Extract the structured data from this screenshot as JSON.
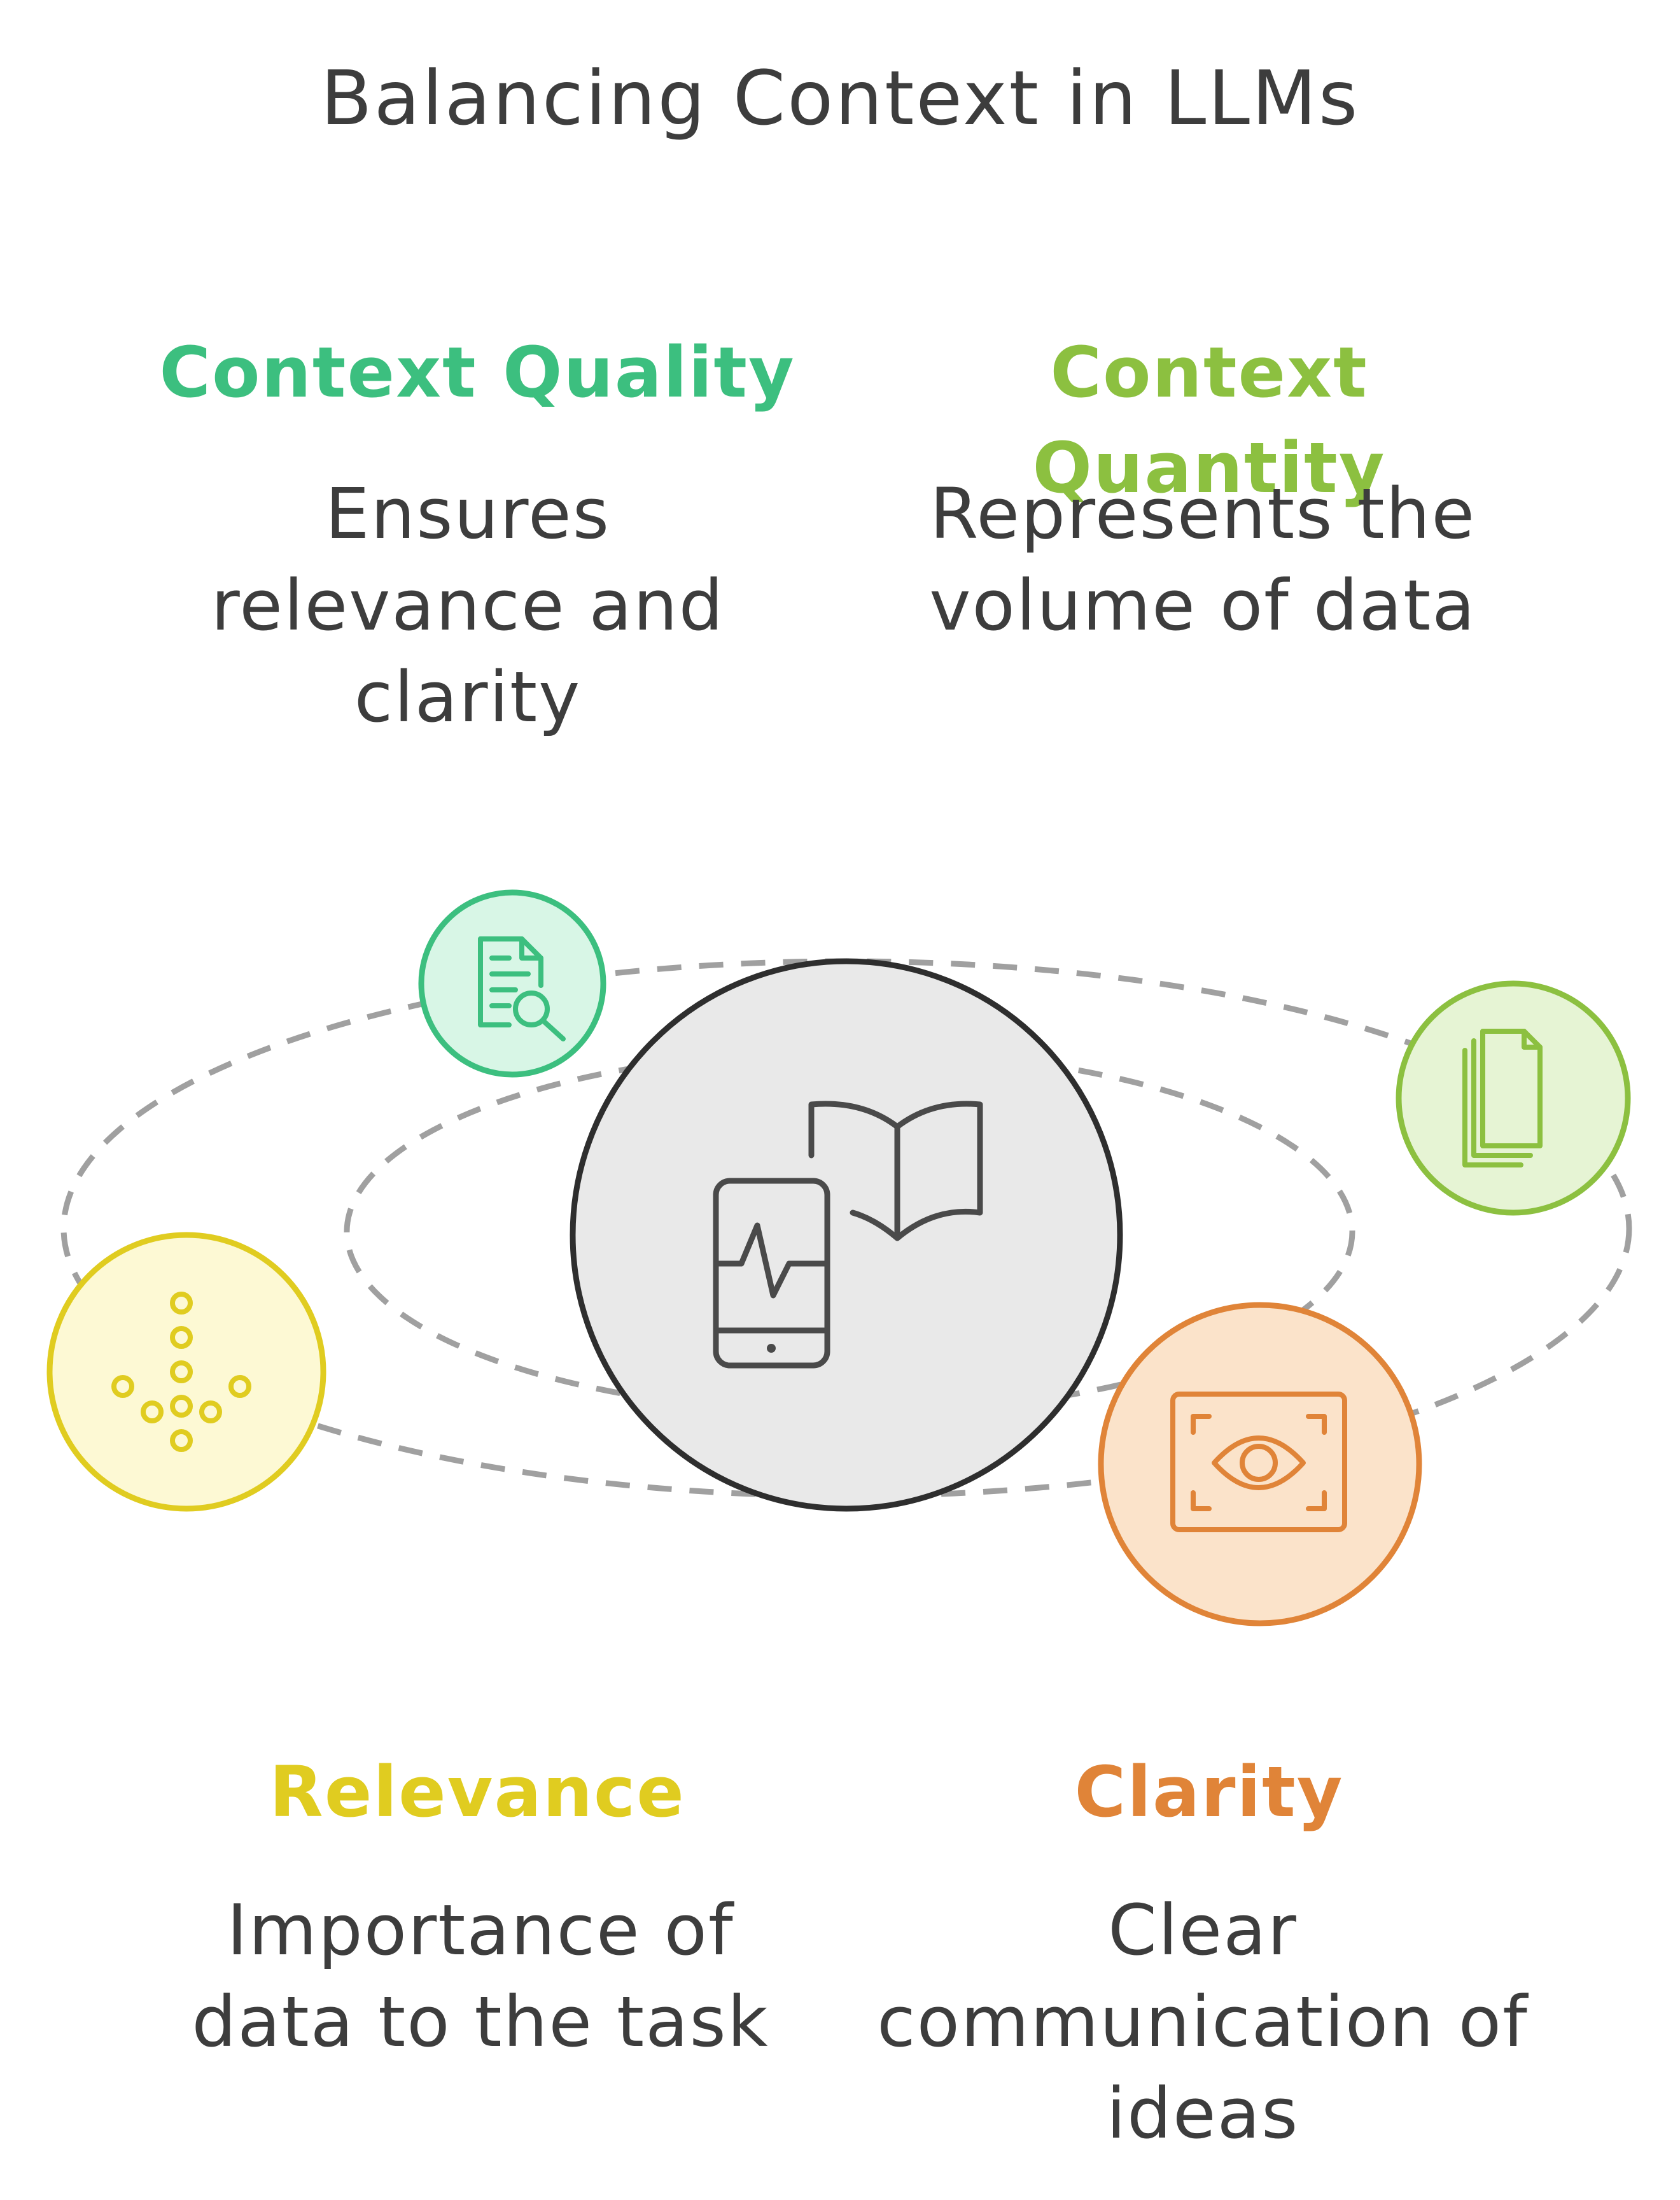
{
  "title": "Balancing Context in LLMs",
  "colors": {
    "quality": "#3cbf7f",
    "quantity": "#8cc040",
    "relevance": "#e0cc20",
    "clarity": "#e08438",
    "center": "#2e2e2e",
    "orbit": "#a0a0a0"
  },
  "center": {
    "icon": "phone-and-book-icon"
  },
  "items": {
    "quality": {
      "heading": "Context Quality",
      "description": "Ensures relevance and clarity",
      "icon": "document-search-icon"
    },
    "quantity": {
      "heading": "Context Quantity",
      "description": "Represents the volume of data",
      "icon": "stacked-documents-icon"
    },
    "relevance": {
      "heading": "Relevance",
      "description": "Importance of data to the task",
      "icon": "down-arrow-dots-icon"
    },
    "clarity": {
      "heading": "Clarity",
      "description": "Clear communication of ideas",
      "icon": "eye-frame-icon"
    }
  }
}
